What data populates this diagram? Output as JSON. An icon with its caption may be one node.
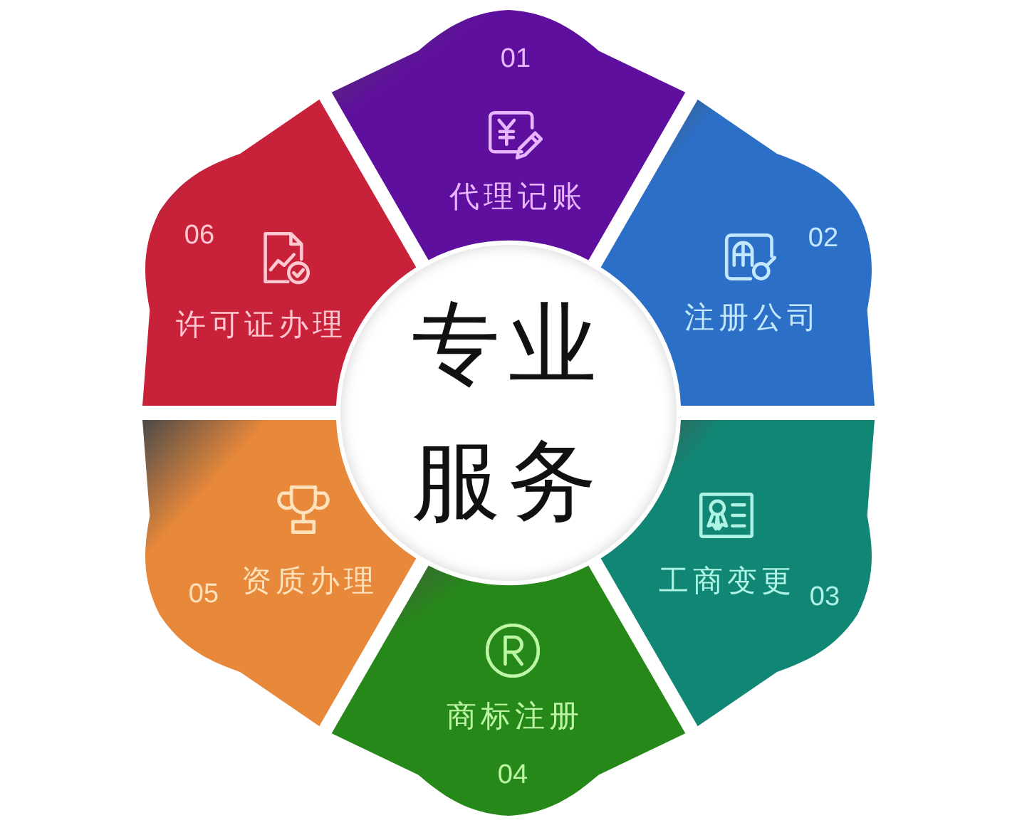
{
  "diagram": {
    "nodes": [
      {
        "text": [
          "01",
          "代理记账"
        ]
      },
      {
        "text": [
          "02",
          "注册公司"
        ]
      },
      {
        "text": [
          "工商变更",
          "03"
        ]
      },
      {
        "text": [
          "商标注册",
          "04"
        ]
      },
      {
        "text": [
          "05",
          "资质办理"
        ]
      },
      {
        "text": [
          "06",
          "许可证办理"
        ]
      },
      {
        "text": [
          "专业服务"
        ]
      }
    ]
  }
}
